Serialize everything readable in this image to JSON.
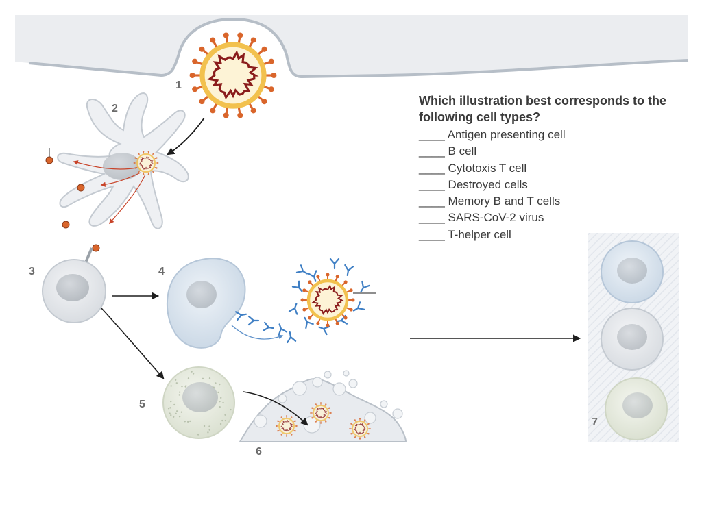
{
  "question": {
    "title": "Which illustration best corresponds to the following cell types?",
    "blank": "____",
    "choices": [
      "Antigen presenting cell",
      "B cell",
      "Cytotoxis T cell",
      "Destroyed cells",
      "Memory B and T cells",
      "SARS-CoV-2 virus",
      "T-helper cell"
    ]
  },
  "labels": {
    "n1": "1",
    "n2": "2",
    "n3": "3",
    "n4": "4",
    "n5": "5",
    "n6": "6",
    "n7": "7"
  },
  "colors": {
    "virus_core": "#fdf3d6",
    "virus_ring": "#f2c14e",
    "virus_spike": "#d9652b",
    "rna": "#8a1c1c",
    "antibody": "#3f7fc4",
    "cell_gray": "#e3e6ea",
    "cell_blue": "#d3dfeb",
    "cell_green": "#e7ecdf",
    "membrane": "#b9c0c8",
    "arrow": "#1e1e1e",
    "red_arrow": "#c8442a"
  }
}
